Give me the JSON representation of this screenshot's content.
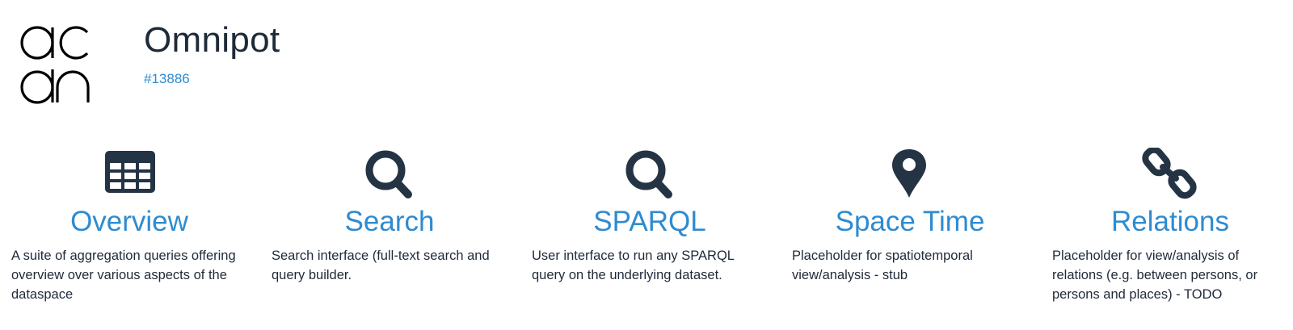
{
  "header": {
    "title": "Omnipot",
    "record_id": "#13886"
  },
  "colors": {
    "accent": "#2e8bd0",
    "icon": "#253444",
    "text": "#1f2a38"
  },
  "modules": [
    {
      "title": "Overview",
      "icon": "table-icon",
      "description": "A suite of aggregation queries offering overview over various aspects of the dataspace"
    },
    {
      "title": "Search",
      "icon": "search-icon",
      "description": "Search interface (full-text search and query builder."
    },
    {
      "title": "SPARQL",
      "icon": "search-icon",
      "description": "User interface to run any SPARQL query on the underlying dataset."
    },
    {
      "title": "Space Time",
      "icon": "map-marker-icon",
      "description": "Placeholder for spatiotemporal view/analysis - stub"
    },
    {
      "title": "Relations",
      "icon": "link-icon",
      "description": "Placeholder for view/analysis of relations (e.g. between persons, or persons and places) - TODO"
    }
  ]
}
